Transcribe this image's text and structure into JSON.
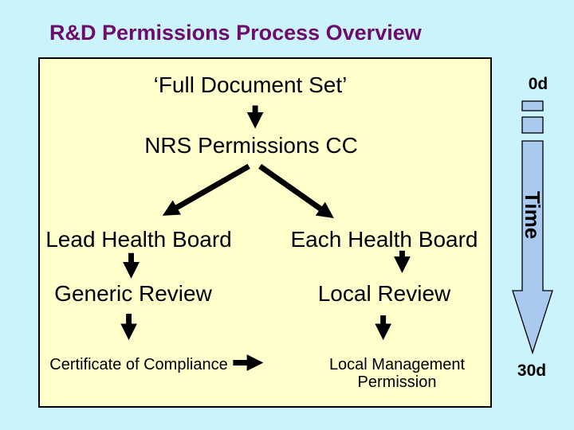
{
  "title": "R&D Permissions Process Overview",
  "flow": {
    "full_doc": "‘Full Document Set’",
    "nrs": "NRS Permissions CC",
    "lead_hb": "Lead Health Board",
    "each_hb": "Each Health Board",
    "generic_review": "Generic Review",
    "local_review": "Local Review",
    "certificate": "Certificate of Compliance",
    "local_mgmt": "Local Management Permission"
  },
  "timeline": {
    "start": "0d",
    "end": "30d",
    "label": "Time"
  },
  "colors": {
    "background": "#CBF3FB",
    "box_fill": "#FFFFCC",
    "title_text": "#6E0B6E",
    "timeline_fill": "#A9C9EF",
    "ink": "#000000"
  }
}
